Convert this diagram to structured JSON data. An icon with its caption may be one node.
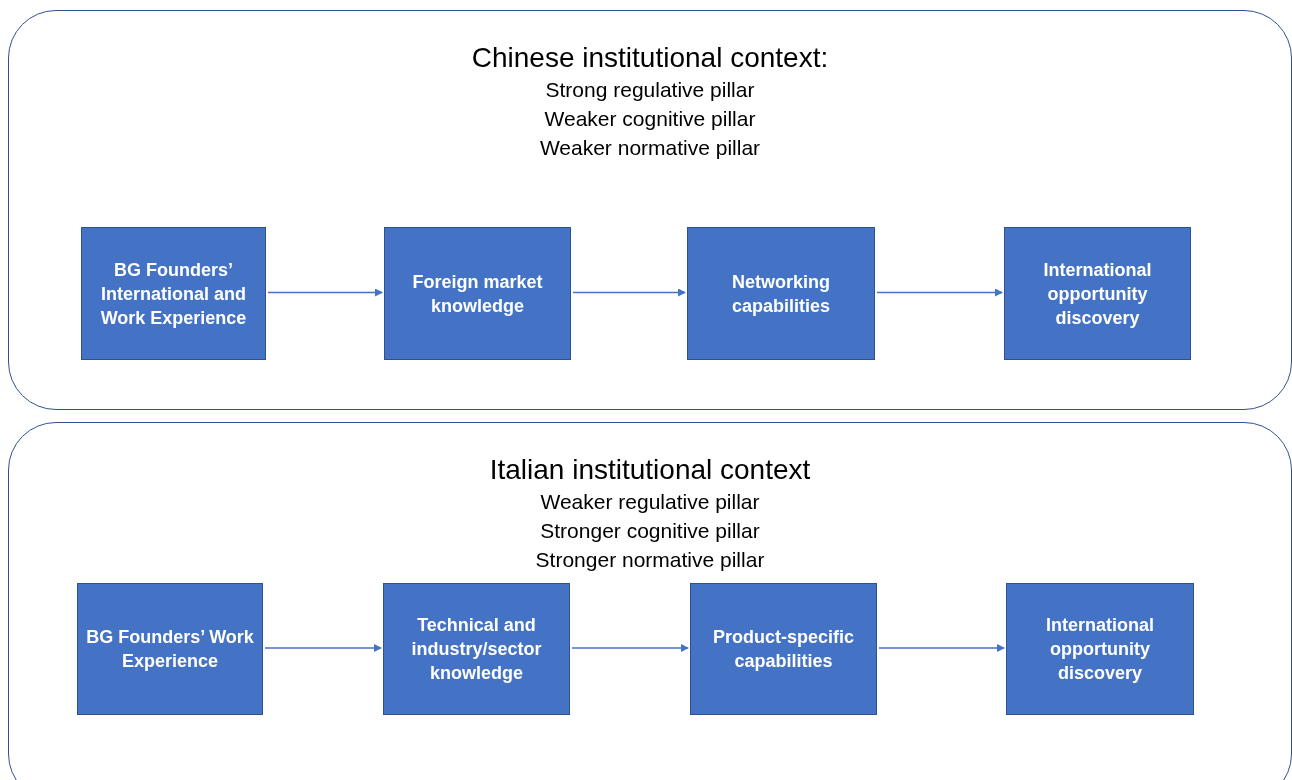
{
  "diagram": {
    "nodes": [
      {
        "text": [
          "Chinese institutional context:",
          "Strong regulative pillar",
          "Weaker cognitive pillar",
          "Weaker normative pillar"
        ]
      },
      {
        "text": [
          "BG Founders’ International and Work Experience"
        ],
        "in": 0
      },
      {
        "text": [
          "Foreign market knowledge"
        ],
        "in": 0
      },
      {
        "text": [
          "Networking capabilities"
        ],
        "in": 0
      },
      {
        "text": [
          "International opportunity discovery"
        ],
        "in": 0
      },
      {
        "text": [
          "Italian institutional context",
          "Weaker regulative pillar",
          "Stronger cognitive pillar",
          "Stronger normative pillar"
        ]
      },
      {
        "text": [
          "BG Founders’ Work Experience"
        ],
        "in": 5
      },
      {
        "text": [
          "Technical and industry/sector knowledge"
        ],
        "in": 5
      },
      {
        "text": [
          "Product-specific capabilities"
        ],
        "in": 5
      },
      {
        "text": [
          "International opportunity discovery"
        ],
        "in": 5
      }
    ],
    "edges": [
      {
        "from": 1,
        "to": 2,
        "arrow": "to"
      },
      {
        "from": 2,
        "to": 3,
        "arrow": "to"
      },
      {
        "from": 3,
        "to": 4,
        "arrow": "to"
      },
      {
        "from": 6,
        "to": 7,
        "arrow": "to"
      },
      {
        "from": 7,
        "to": 8,
        "arrow": "to"
      },
      {
        "from": 8,
        "to": 9,
        "arrow": "to"
      }
    ]
  }
}
